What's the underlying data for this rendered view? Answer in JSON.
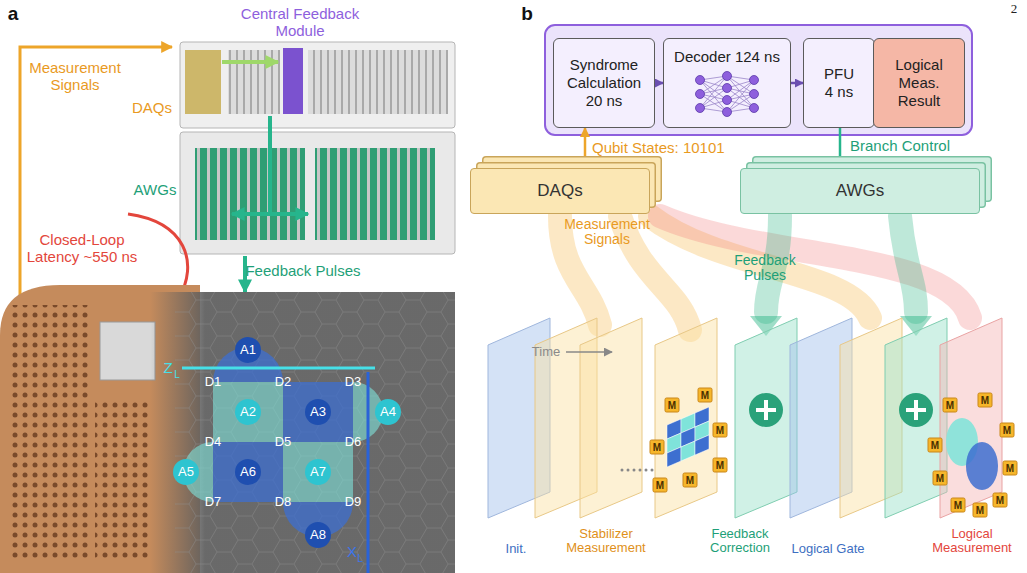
{
  "diagram": {
    "nodes": [
      {
        "text": [
          "Syndrome Calculation 20 ns"
        ]
      },
      {
        "text": [
          "Decoder 124 ns"
        ]
      },
      {
        "text": [
          "PFU 4 ns"
        ]
      },
      {
        "text": [
          "Logical Meas. Result"
        ]
      },
      {
        "text": [
          "DAQs"
        ]
      },
      {
        "text": [
          "AWGs"
        ]
      }
    ],
    "edges": [
      {
        "from": 0,
        "to": 1,
        "arrow": "to"
      },
      {
        "from": 1,
        "to": 2,
        "arrow": "to"
      },
      {
        "from": 4,
        "to": 0,
        "label": "Qubit States: 10101",
        "arrow": "to"
      },
      {
        "from": 2,
        "to": 5,
        "label": "Branch Control",
        "arrow": "to"
      }
    ],
    "labels": [
      "2",
      "a",
      "Central Feedback Module",
      "Measurement Signals",
      "DAQs",
      "AWGs",
      "Closed-Loop Latency ~550 ns",
      "Feedback Pulses",
      "A1",
      "D1",
      "D2",
      "D3",
      "Z",
      "L",
      "A2",
      "A3",
      "A4",
      "D4",
      "D5",
      "D6",
      "A5",
      "A6",
      "A7",
      "D7",
      "D8",
      "D9",
      "A8",
      "X",
      "L",
      "b",
      "Measurement Signals",
      "Feedback Pulses",
      "Time",
      "M",
      "M",
      "M",
      "M",
      "M",
      "M",
      "M",
      "M",
      "M",
      "M",
      "M",
      "M",
      "M",
      "M",
      "M",
      "M",
      "Init.",
      "Stabilizer Measurement",
      "Feedback Correction",
      "Logical Gate",
      "Logical Measurement"
    ]
  }
}
